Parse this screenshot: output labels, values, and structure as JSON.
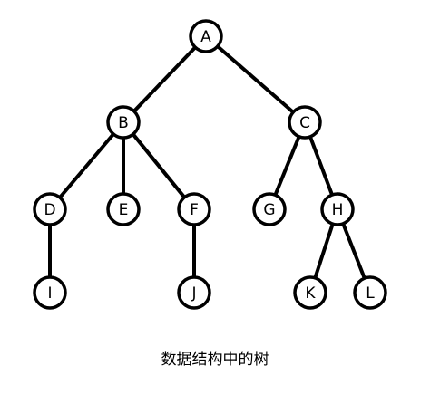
{
  "diagram": {
    "nodes": [
      {
        "id": "A",
        "label": "A"
      },
      {
        "id": "B",
        "label": "B"
      },
      {
        "id": "C",
        "label": "C"
      },
      {
        "id": "D",
        "label": "D"
      },
      {
        "id": "E",
        "label": "E"
      },
      {
        "id": "F",
        "label": "F"
      },
      {
        "id": "G",
        "label": "G"
      },
      {
        "id": "H",
        "label": "H"
      },
      {
        "id": "I",
        "label": "I"
      },
      {
        "id": "J",
        "label": "J"
      },
      {
        "id": "K",
        "label": "K"
      },
      {
        "id": "L",
        "label": "L"
      }
    ],
    "edges": [
      {
        "from": "A",
        "to": "B"
      },
      {
        "from": "A",
        "to": "C"
      },
      {
        "from": "B",
        "to": "D"
      },
      {
        "from": "B",
        "to": "E"
      },
      {
        "from": "B",
        "to": "F"
      },
      {
        "from": "C",
        "to": "G"
      },
      {
        "from": "C",
        "to": "H"
      },
      {
        "from": "D",
        "to": "I"
      },
      {
        "from": "F",
        "to": "J"
      },
      {
        "from": "H",
        "to": "K"
      },
      {
        "from": "H",
        "to": "L"
      }
    ],
    "caption": "数据结构中的树",
    "colors": {
      "line": "#000000",
      "node_fill": "#ffffff",
      "text": "#000000"
    }
  }
}
